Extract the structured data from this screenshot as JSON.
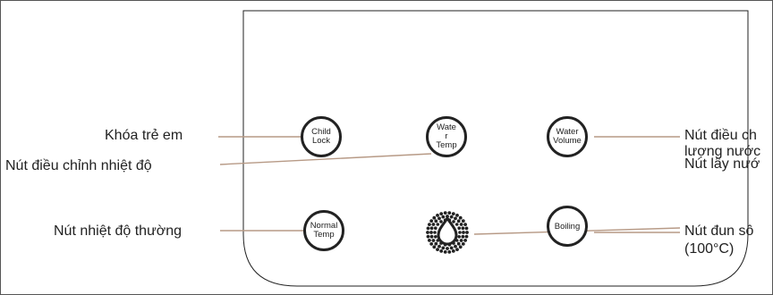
{
  "panel": {
    "buttons": [
      {
        "id": "child-lock",
        "lines": [
          "Child",
          "Lock"
        ]
      },
      {
        "id": "water-temp",
        "lines": [
          "Wate",
          "r",
          "Temp"
        ]
      },
      {
        "id": "water-volume",
        "lines": [
          "Water",
          "Volume"
        ]
      },
      {
        "id": "normal-temp",
        "lines": [
          "Normal",
          "Temp"
        ]
      },
      {
        "id": "water-dispense",
        "icon": "water-drop-icon"
      },
      {
        "id": "boiling",
        "lines": [
          "Boiling"
        ]
      }
    ]
  },
  "labels": {
    "child_lock": "Khóa trẻ em",
    "temp_adjust": "Nút điều chỉnh nhiệt độ",
    "normal_temp": "Nút nhiệt độ thường",
    "volume_adjust_1": "Nút điều ch",
    "volume_adjust_2": "lượng nước",
    "dispense": "Nút lấy nướ",
    "boil_1": "Nút đun sô",
    "boil_2": "(100°C)"
  },
  "colors": {
    "leader_line": "#b79a86",
    "outline": "#222222"
  }
}
